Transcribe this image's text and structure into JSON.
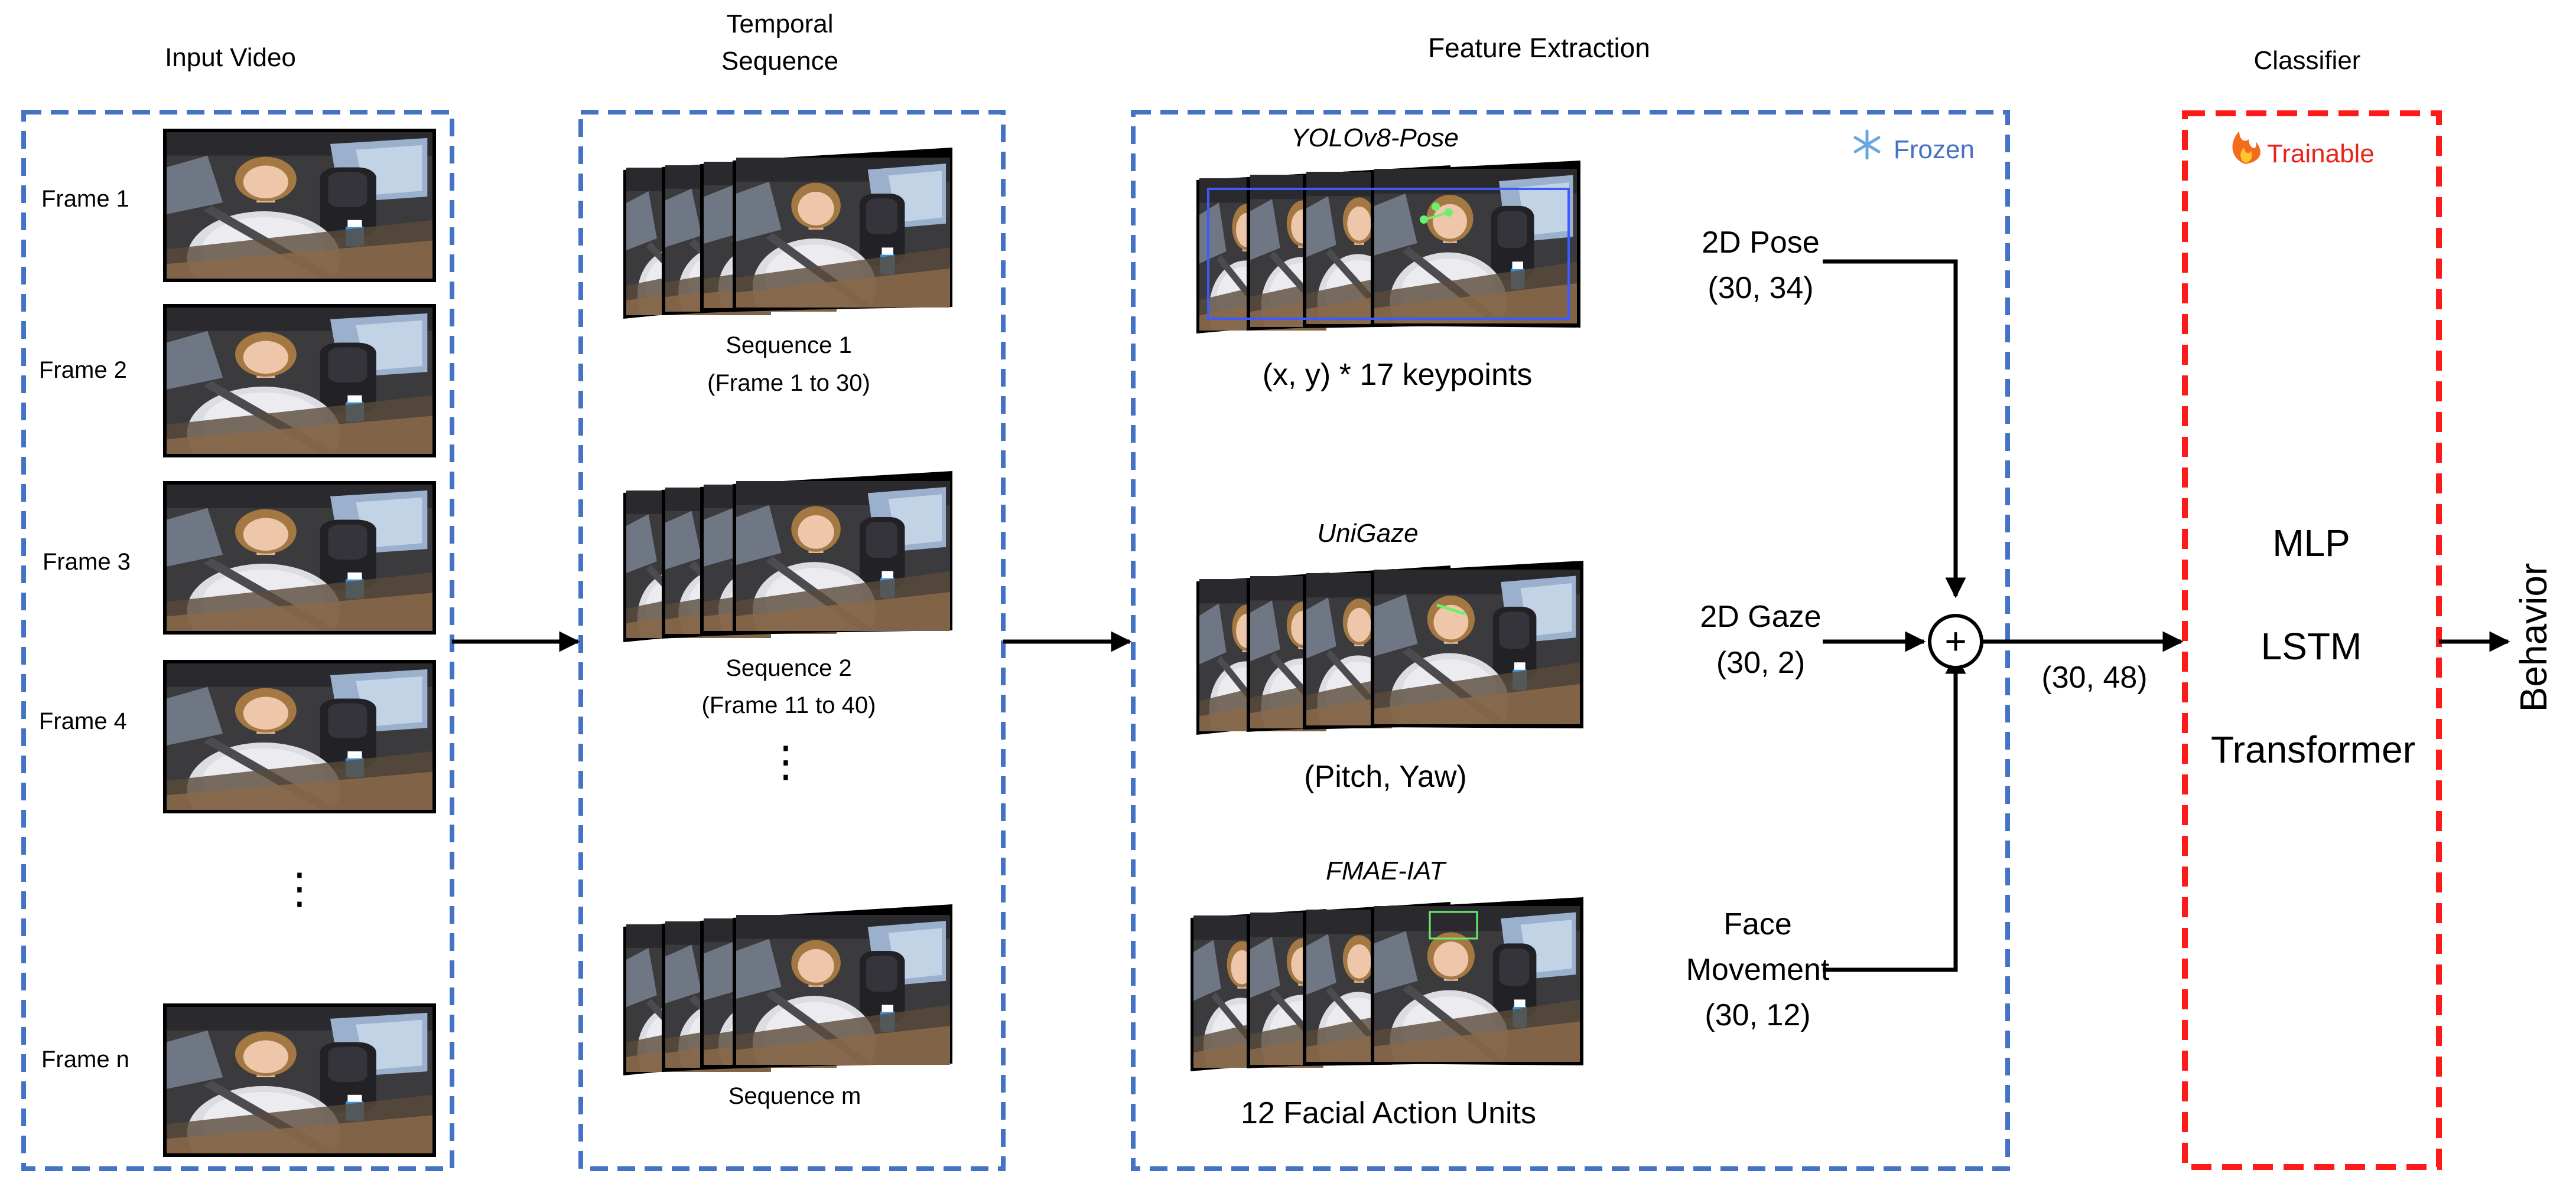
{
  "columns": {
    "input": "Input Video",
    "temporal_line1": "Temporal",
    "temporal_line2": "Sequence",
    "feature": "Feature Extraction",
    "classifier": "Classifier"
  },
  "frames": [
    "Frame 1",
    "Frame 2",
    "Frame 3",
    "Frame 4",
    "Frame n"
  ],
  "sequences": [
    {
      "name": "Sequence 1",
      "range": "(Frame 1 to 30)"
    },
    {
      "name": "Sequence 2",
      "range": "(Frame 11 to 40)"
    },
    {
      "name": "Sequence m",
      "range": ""
    }
  ],
  "ellipsis": "⋮",
  "models": {
    "pose": {
      "name": "YOLOv8-Pose",
      "caption": "(x, y) * 17 keypoints",
      "feature_line1": "2D Pose",
      "feature_line2": "(30, 34)"
    },
    "gaze": {
      "name": "UniGaze",
      "caption": "(Pitch, Yaw)",
      "feature_line1": "2D Gaze",
      "feature_line2": "(30, 2)"
    },
    "face": {
      "name": "FMAE-IAT",
      "caption": "12 Facial Action Units",
      "feature_line1": "Face",
      "feature_line2": "Movement",
      "feature_line3": "(30, 12)"
    }
  },
  "frozen_label": "Frozen",
  "trainable_label": "Trainable",
  "concat_dim": "(30, 48)",
  "concat_symbol": "+",
  "classifiers": [
    "MLP",
    "LSTM",
    "Transformer"
  ],
  "output": "Behavior",
  "colors": {
    "blue_box": "#4472c4",
    "red_box": "#ff1a1a",
    "frozen_text": "#4472c4",
    "trainable_text": "#e8241c",
    "arrow": "#000000"
  },
  "icons": {
    "frozen": "snowflake-icon",
    "trainable": "flame-icon"
  }
}
